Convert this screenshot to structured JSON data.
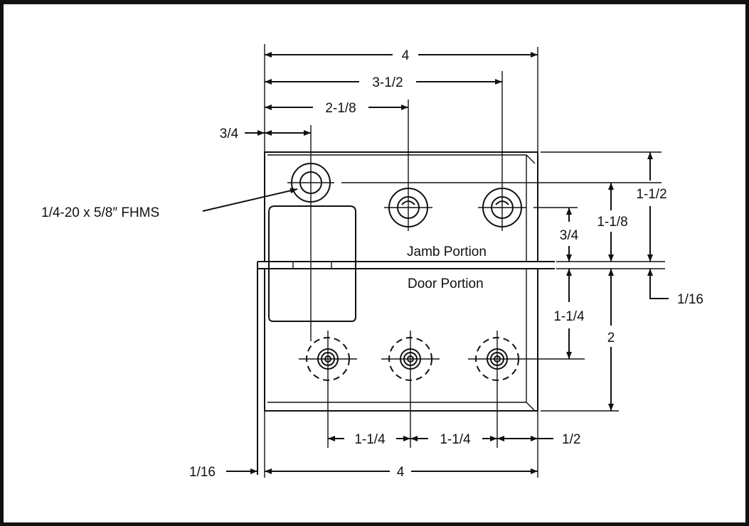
{
  "dimensions": {
    "overall_top": "4",
    "hole3_from_edge": "3-1/2",
    "hole2_from_edge": "2-1/8",
    "hole1_from_edge": "3/4",
    "jamb_height": "1-1/2",
    "hole_row_to_joint": "1-1/8",
    "hole_row_spacing_right": "3/4",
    "joint_gap_right": "1/16",
    "door_holes_from_joint": "1-1/4",
    "door_height": "2",
    "bottom_spacing_1": "1-1/4",
    "bottom_spacing_2": "1-1/4",
    "bottom_edge_offset": "1/2",
    "joint_gap_left": "1/16",
    "overall_bottom": "4"
  },
  "labels": {
    "screw_callout": "1/4-20 x 5/8″ FHMS",
    "jamb_portion": "Jamb Portion",
    "door_portion": "Door Portion"
  }
}
